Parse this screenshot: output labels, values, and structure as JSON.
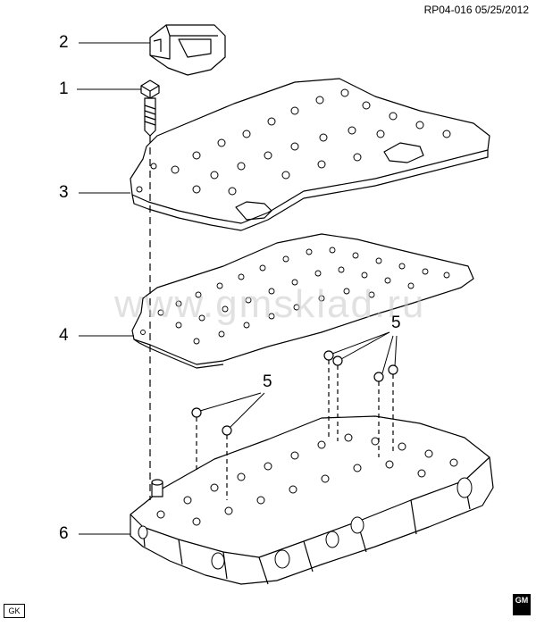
{
  "header": {
    "reference": "RP04-016 05/25/2012"
  },
  "callouts": {
    "c1": "1",
    "c2": "2",
    "c3": "3",
    "c4": "4",
    "c5a": "5",
    "c5b": "5",
    "c6": "6"
  },
  "watermark": "www.gmsklad.ru",
  "footer": {
    "left_badge": "GK",
    "logo": "GM"
  },
  "colors": {
    "line": "#000000",
    "fill": "#ffffff",
    "watermark": "#c9c9c9"
  }
}
